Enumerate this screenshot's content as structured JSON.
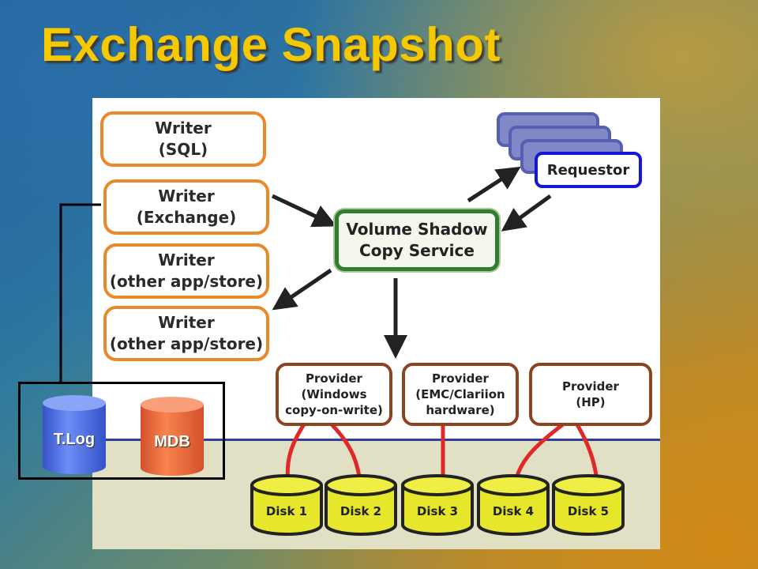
{
  "title": "Exchange Snapshot",
  "writers": [
    {
      "line1": "Writer",
      "line2": "(SQL)"
    },
    {
      "line1": "Writer",
      "line2": "(Exchange)"
    },
    {
      "line1": "Writer",
      "line2": "(other app/store)"
    },
    {
      "line1": "Writer",
      "line2": "(other app/store)"
    }
  ],
  "vss": {
    "line1": "Volume Shadow",
    "line2": "Copy Service"
  },
  "requestor": "Requestor",
  "providers": [
    {
      "line1": "Provider",
      "line2": "(Windows",
      "line3": "copy-on-write)"
    },
    {
      "line1": "Provider",
      "line2": "(EMC/Clariion",
      "line3": "hardware)"
    },
    {
      "line1": "Provider",
      "line2": "(HP)",
      "line3": ""
    }
  ],
  "disks": [
    "Disk 1",
    "Disk 2",
    "Disk 3",
    "Disk 4",
    "Disk 5"
  ],
  "databases": {
    "tlog": "T.Log",
    "mdb": "MDB"
  },
  "colors": {
    "title": "#f5c800",
    "writer_border": "#e8892a",
    "vss_border": "#2f7d32",
    "provider_border": "#8a4420",
    "requestor_border": "#1616d8",
    "disk_fill": "#e6e62a",
    "link_red": "#e02828",
    "tlog_blue": "#4a6fe0",
    "mdb_orange": "#f0683a"
  }
}
